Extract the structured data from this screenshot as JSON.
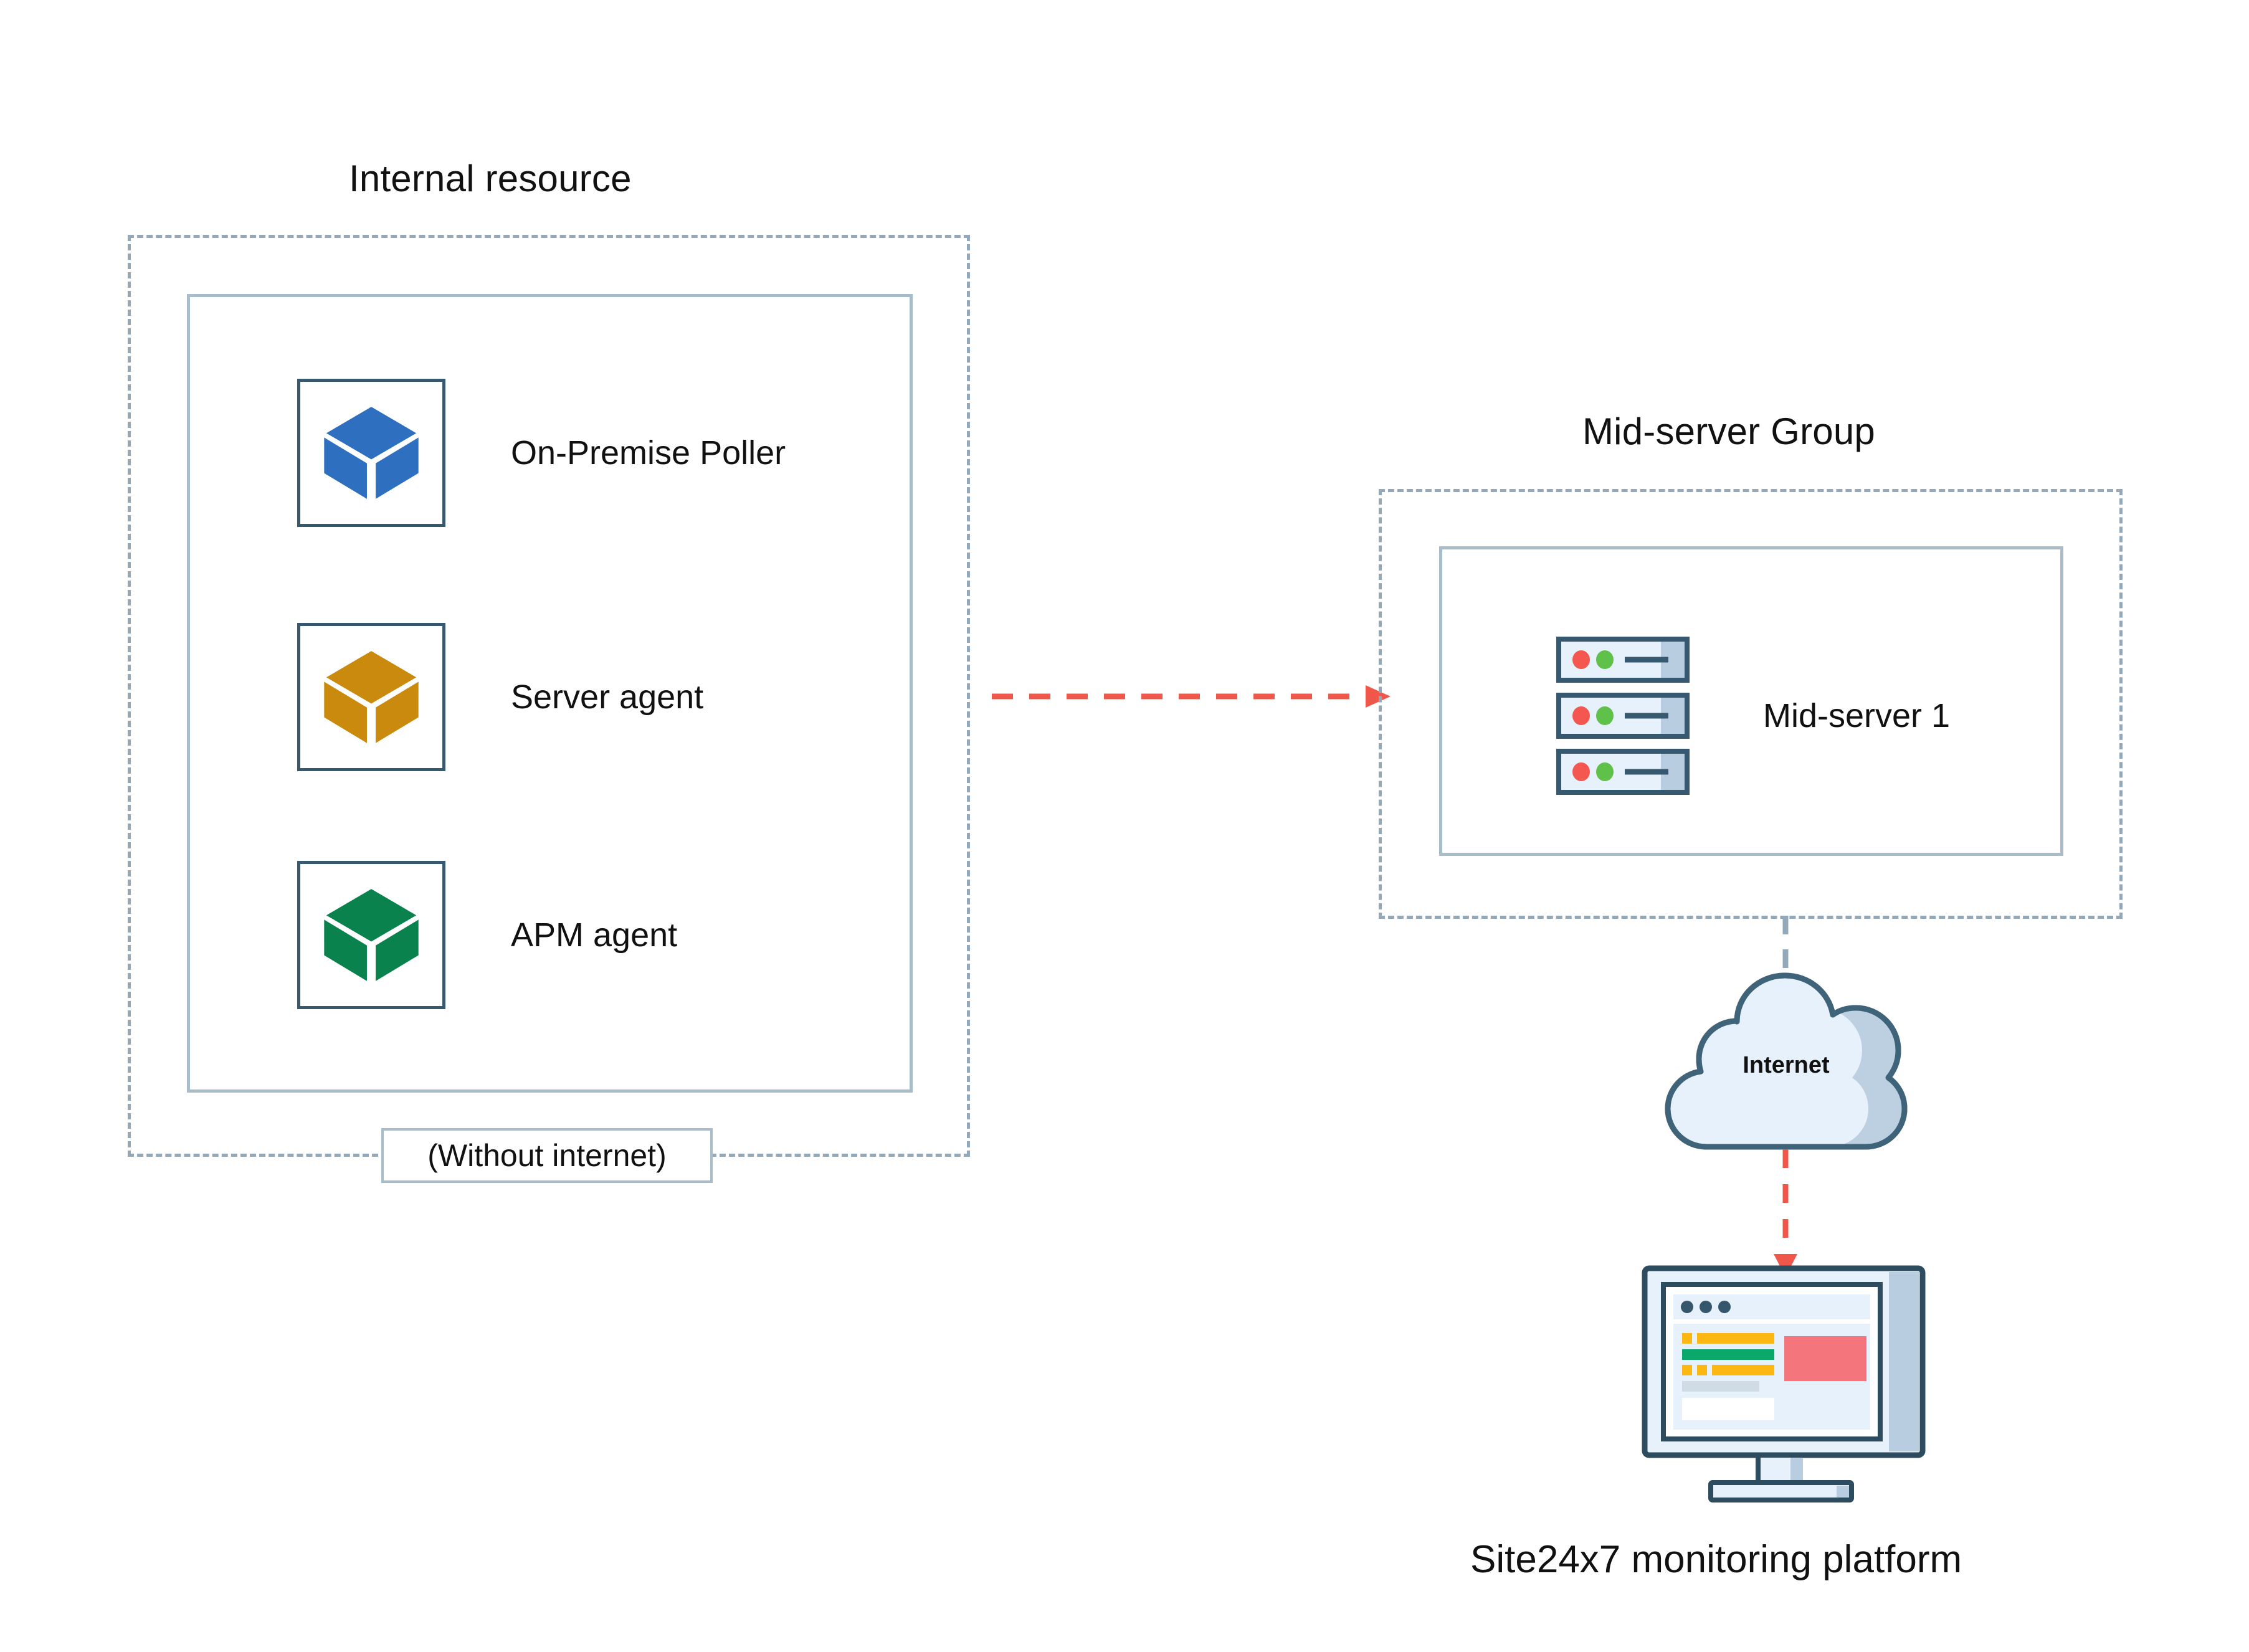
{
  "diagram": {
    "zones": {
      "internal_resource": {
        "title": "Internal resource",
        "footer_chip": "(Without internet)"
      },
      "mid_server_group": {
        "title": "Mid-server Group",
        "server_label": "Mid-server 1"
      }
    },
    "agents": [
      {
        "label": "On-Premise Poller",
        "icon": "cube-icon",
        "color": "#2f6fc0"
      },
      {
        "label": "Server agent",
        "icon": "cube-icon",
        "color": "#c98a0e"
      },
      {
        "label": "APM agent",
        "icon": "cube-icon",
        "color": "#09824e"
      }
    ],
    "cloud": {
      "label": "Internet",
      "fill": "#e7f1fb",
      "shade": "#b9cde0",
      "stroke": "#3f6378"
    },
    "platform": {
      "caption": "Site24x7 monitoring platform"
    },
    "connectors": [
      {
        "name": "internal-to-midserver",
        "style": "dashed",
        "color": "#f0574b",
        "direction": "right"
      },
      {
        "name": "midserver-to-cloud",
        "style": "dashed",
        "color": "#93a9b9",
        "direction": "down"
      },
      {
        "name": "cloud-to-monitor",
        "style": "dashed",
        "color": "#f0574b",
        "direction": "down"
      }
    ],
    "palette": {
      "dashed_boundary": "#93a9b9",
      "solid_panel_border": "#a9bcc9",
      "icon_frame_border": "#36596f",
      "accent_red": "#f0574b",
      "rack_border": "#36596f",
      "rack_fill": "#e7f1fb",
      "rack_shade": "#b9cde0",
      "led_red": "#f4574f",
      "led_green": "#5fc04a",
      "screen_body": "#e7f1fb",
      "screen_border": "#2d4c5f",
      "screen_bar_yellow": "#fcb713",
      "screen_bar_green": "#0aa86a",
      "screen_block_red": "#f4757b",
      "screen_bar_gray": "#cfdce5"
    }
  }
}
